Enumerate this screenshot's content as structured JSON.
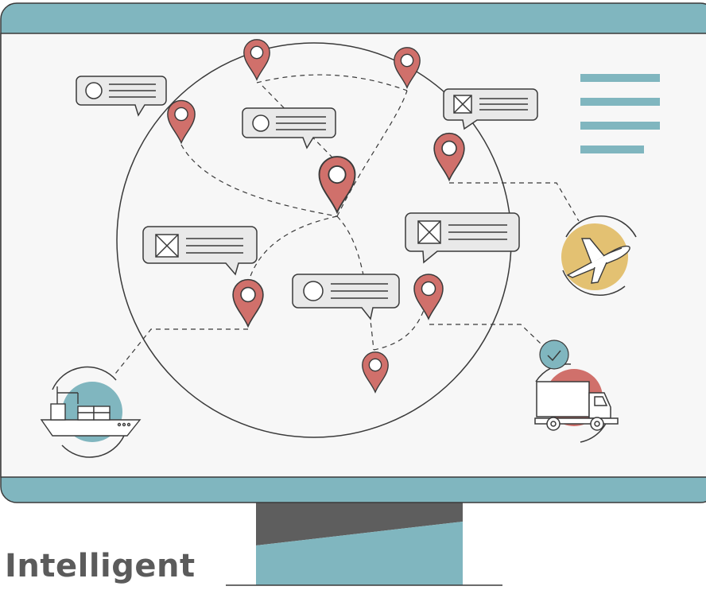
{
  "caption": "Intelligent",
  "colors": {
    "frame": "#80b6bf",
    "screen": "#f7f7f7",
    "outline": "#3a3a3a",
    "pin": "#d0706b",
    "bubble": "#e9e9e9",
    "plane_disc": "#e3c172",
    "truck_disc": "#d0706b",
    "check_badge": "#80b6bf",
    "ship_disc": "#80b6bf",
    "stand_dark": "#5e5e5e",
    "caption_text": "#5b5b5b"
  },
  "icons": [
    "location-pin-icon",
    "chat-bubble-icon",
    "image-placeholder-icon",
    "airplane-icon",
    "delivery-truck-icon",
    "check-icon",
    "cargo-ship-icon"
  ],
  "pin_count": 8,
  "bubble_count": 6
}
